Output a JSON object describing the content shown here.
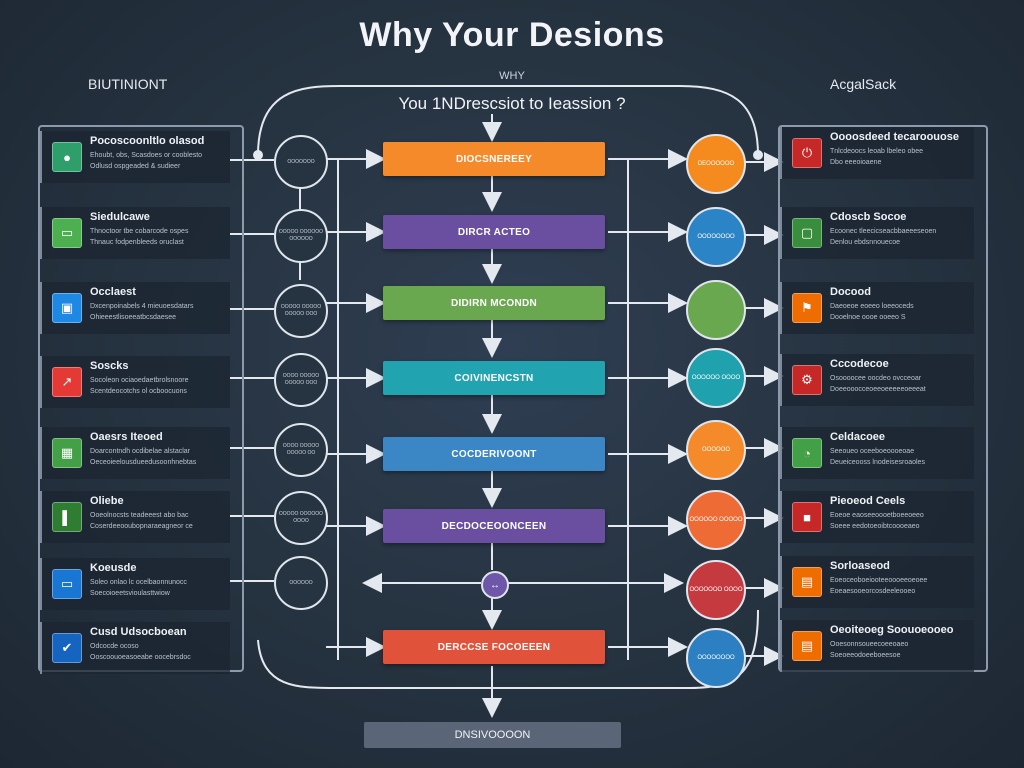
{
  "header": {
    "title": "Why Your  Desions",
    "small_label": "WHY",
    "question": "You 1NDrescsiot to Ieassion ?",
    "left_header": "BIUTINIONT",
    "right_header": "AcgalSack"
  },
  "left_cards": [
    {
      "title": "Pocoscoonltlo olasod",
      "line1": "Ehoubt, obs, Scasdoes or cooblesto",
      "line2": "Odlusd ospgeaded & sudieer",
      "icon": "check-circle-icon",
      "color": "#2e9e6a"
    },
    {
      "title": "Siedulcawe",
      "line1": "Thnoctoor tbe cobarcode ospes",
      "line2": "Thnauc fodpenbleeds oruclast",
      "icon": "card-icon",
      "color": "#4caf50"
    },
    {
      "title": "Occlaest",
      "line1": "Dxcenpoinabels 4 mieuoesdatars",
      "line2": "Ohieeestlisoeeatbcsdaesee",
      "icon": "window-icon",
      "color": "#1e88e5"
    },
    {
      "title": "Soscks",
      "line1": "Socoleon ociaoedaetbrolsnoore",
      "line2": "Scentdeocotchs ol ocboocuons",
      "icon": "chart-icon",
      "color": "#e53935"
    },
    {
      "title": "Oaesrs Iteoed",
      "line1": "Doarcontndh ocdibelae alstaclar",
      "line2": "Oeceoieelousdueedusoonhnebtas",
      "icon": "grid-icon",
      "color": "#43a047"
    },
    {
      "title": "Oliebe",
      "line1": "Ooeolnocsts teadeeest abo bac",
      "line2": "Coserdeeooubopnaraeagneor ce",
      "icon": "bookmark-icon",
      "color": "#2e7d32"
    },
    {
      "title": "Koeusde",
      "line1": "Soleo onlao lc ocelbaonnunocc",
      "line2": "Soecoioeetsvioulasttwiow",
      "icon": "monitor-icon",
      "color": "#1976d2"
    },
    {
      "title": "Cusd Udsocboean",
      "line1": "Odcocde ocoso",
      "line2": "Ooscoouoeasoeabe oocebrsdoc",
      "icon": "send-icon",
      "color": "#1565c0"
    }
  ],
  "right_cards": [
    {
      "title": "Oooosdeed tecaroouose",
      "line1": "Tnlcdeoocs leoab lbeleo obee",
      "line2": "Dbo eeeoioaene",
      "icon": "power-icon",
      "color": "#c62828"
    },
    {
      "title": "Cdoscb Socoe",
      "line1": "Ecoonec tleecicseacbbaeeeseoen",
      "line2": "Denlou ebdsnnouecoe",
      "icon": "box-icon",
      "color": "#388e3c"
    },
    {
      "title": "Docood",
      "line1": "Daeoeoe eoeeo loeeoceds",
      "line2": "Dooelnoe oooe ooeeo S",
      "icon": "flag-icon",
      "color": "#ef6c00"
    },
    {
      "title": "Cccodecoe",
      "line1": "Osoooocee oocdeo ovcceoar",
      "line2": "Doeeooocceoeeoeeeeeoeeeat",
      "icon": "gear-icon",
      "color": "#c62828"
    },
    {
      "title": "Celdacoee",
      "line1": "Seeoueo oceeboeoooeoae",
      "line2": "Deueiceooss lnodeisesroaoles",
      "icon": "cup-icon",
      "color": "#43a047"
    },
    {
      "title": "Pieoeod Ceels",
      "line1": "Eoeoe eaoseeoooetboeeoeeo",
      "line2": "Soeee eedotoeoibtcoooeaeo",
      "icon": "lock-icon",
      "color": "#c62828"
    },
    {
      "title": "Sorloaseod",
      "line1": "Eoeoceoboeiooteeoooeeoeoee",
      "line2": "Eoeaesooeorcosdeeleooeo",
      "icon": "bag-icon",
      "color": "#ef6c00"
    },
    {
      "title": "Oeoiteoeg Soouoeooeo",
      "line1": "Ooesonnsoueecoeeoaeo",
      "line2": "Soeoeeodoeeboeesoe",
      "icon": "doc-icon",
      "color": "#ef6c00"
    }
  ],
  "flow_bars": [
    {
      "label": "DIOCSNEREEY",
      "color": "#f58a2a"
    },
    {
      "label": "DIRCR ACTEO",
      "color": "#6a4fa0"
    },
    {
      "label": "DIDIRN MCONDN",
      "color": "#6aa84f"
    },
    {
      "label": "COIVINENCSTN",
      "color": "#22a3b0"
    },
    {
      "label": "COCDERIVOONT",
      "color": "#3b86c4"
    },
    {
      "label": "DECDOCEOONCEEN",
      "color": "#6a4fa0"
    },
    {
      "label": "DERCCSE FOCOEEEN",
      "color": "#e0533a"
    }
  ],
  "left_circles": [
    {
      "text": "OOOOOOO"
    },
    {
      "text": "OOOOO OOOOOO OOOOOO"
    },
    {
      "text": "OOOOO OOOOO OOOOO OOO"
    },
    {
      "text": "OOOO OOOOO OOOOO OOO"
    },
    {
      "text": "OOOO OOOOO OOOOO OO"
    },
    {
      "text": "OOOOO OOOOOO OOOO"
    },
    {
      "text": "OOOOOO"
    }
  ],
  "right_circles": [
    {
      "text": "DEOOOOOO",
      "color": "#f58a1e"
    },
    {
      "text": "OOOOOOOO",
      "color": "#2b84c6"
    },
    {
      "text": "",
      "color": "#6aa84f"
    },
    {
      "text": "OOOOOO OOOO",
      "color": "#1fa2ae"
    },
    {
      "text": "OOOOOO",
      "color": "#f58a2a"
    },
    {
      "text": "OOOOOO OOOOO",
      "color": "#ef6b35"
    },
    {
      "text": "OOOOOOO OOOO",
      "color": "#c53a3f"
    },
    {
      "text": "OOOOOOOO",
      "color": "#2c7fc0"
    }
  ],
  "mid_dot_glyph": "↔",
  "bottom_label": "DNSIVOOOON",
  "colors": {
    "line": "#e4e9ef",
    "panel_border": "#8c9aac",
    "background": "#25323f"
  }
}
